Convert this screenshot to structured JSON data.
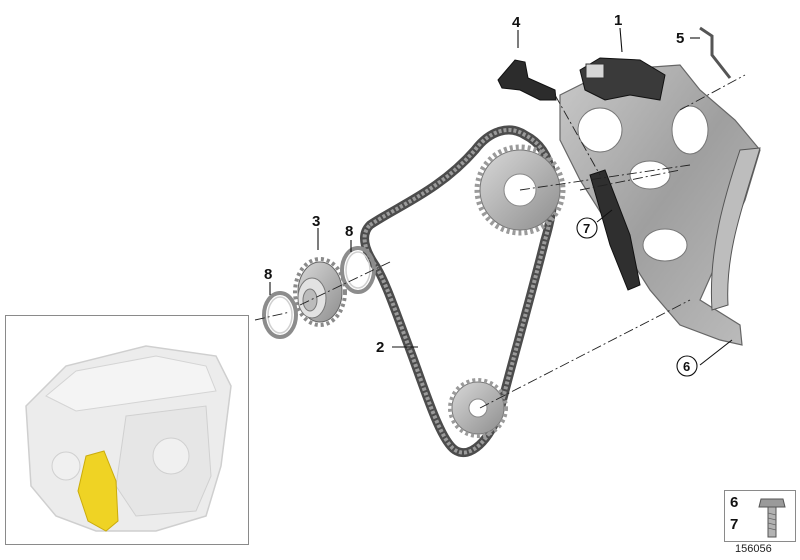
{
  "callouts": {
    "c1": "1",
    "c2": "2",
    "c3": "3",
    "c4": "4",
    "c5": "5",
    "c6": "6",
    "c7": "7",
    "c8a": "8",
    "c8b": "8"
  },
  "legend": {
    "num_top": "6",
    "num_bottom": "7"
  },
  "diagram_id": "156056",
  "colors": {
    "part_gray": "#a9a9a9",
    "part_dark": "#2b2b2b",
    "chain": "#6f6f6f",
    "highlight": "#f0d21a",
    "leader": "#111111"
  }
}
